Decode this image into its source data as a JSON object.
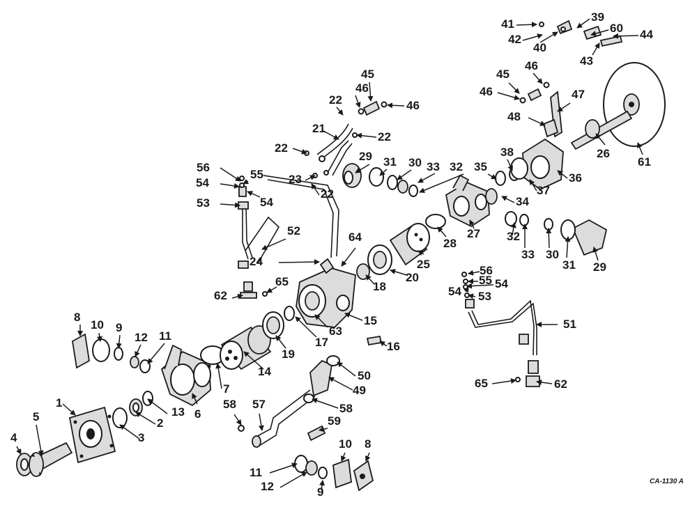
{
  "drawing_code": "CA-1130 A",
  "callouts": [
    "41",
    "42",
    "39",
    "60",
    "44",
    "40",
    "43",
    "45",
    "46",
    "46",
    "46",
    "45",
    "46",
    "47",
    "48",
    "22",
    "21",
    "22",
    "22",
    "29",
    "31",
    "30",
    "33",
    "32",
    "35",
    "38",
    "26",
    "61",
    "36",
    "37",
    "56",
    "55",
    "54",
    "54",
    "53",
    "23",
    "22",
    "34",
    "27",
    "28",
    "32",
    "33",
    "30",
    "31",
    "29",
    "52",
    "64",
    "25",
    "24",
    "20",
    "18",
    "62",
    "65",
    "56",
    "55",
    "54",
    "54",
    "53",
    "15",
    "63",
    "17",
    "19",
    "16",
    "51",
    "8",
    "10",
    "9",
    "12",
    "11",
    "14",
    "7",
    "50",
    "49",
    "6",
    "1",
    "5",
    "13",
    "2",
    "3",
    "58",
    "57",
    "58",
    "59",
    "62",
    "65",
    "4",
    "10",
    "8",
    "11",
    "12",
    "9"
  ]
}
